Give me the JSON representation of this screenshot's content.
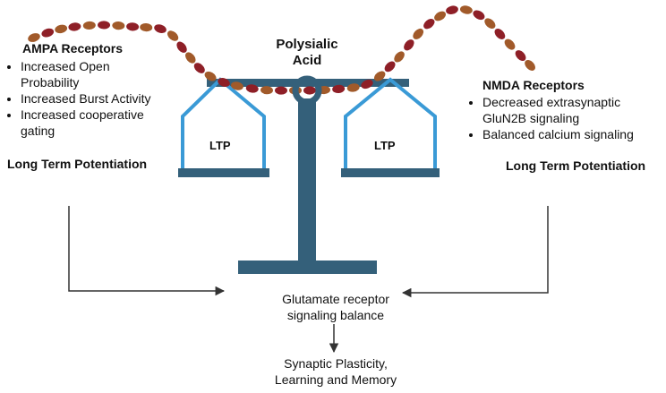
{
  "center_label": [
    "Polysialic",
    "Acid"
  ],
  "left": {
    "title": "AMPA Receptors",
    "bullets": [
      "Increased Open Probability",
      "Increased Burst Activity",
      "Increased cooperative gating"
    ],
    "pan_label": "LTP",
    "footer": "Long Term Potentiation"
  },
  "right": {
    "title": "NMDA Receptors",
    "bullets": [
      "Decreased extrasynaptic GluN2B signaling",
      "Balanced calcium signaling"
    ],
    "pan_label": "LTP",
    "footer": "Long Term Potentiation"
  },
  "balance_label": [
    "Glutamate receptor",
    "signaling balance"
  ],
  "outcome_label": [
    "Synaptic Plasticity,",
    "Learning and Memory"
  ],
  "colors": {
    "scale_dark": "#34607a",
    "pan_outline": "#3a9ad6",
    "bead_brown": "#a15a2a",
    "bead_red": "#8e1f27"
  }
}
